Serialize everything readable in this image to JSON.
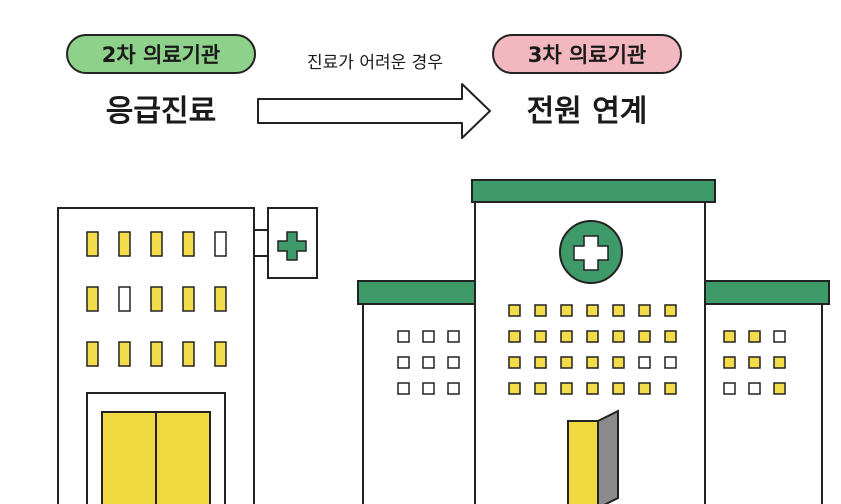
{
  "left": {
    "badge": "2차 의료기관",
    "title": "응급진료",
    "badge_color": "#8ed18a"
  },
  "arrow": {
    "label": "진료가 어려운 경우"
  },
  "right": {
    "badge": "3차 의료기관",
    "title": "전원 연계",
    "badge_color": "#f3b8bf"
  },
  "colors": {
    "green": "#3f9a6a",
    "window_yellow": "#f2dc4a",
    "door_yellow": "#f0d840",
    "door_gray": "#8a8a8a",
    "outline": "#222222"
  },
  "icons": {
    "left_building_sign": "medical-cross-icon",
    "right_building_emblem": "medical-cross-icon"
  }
}
